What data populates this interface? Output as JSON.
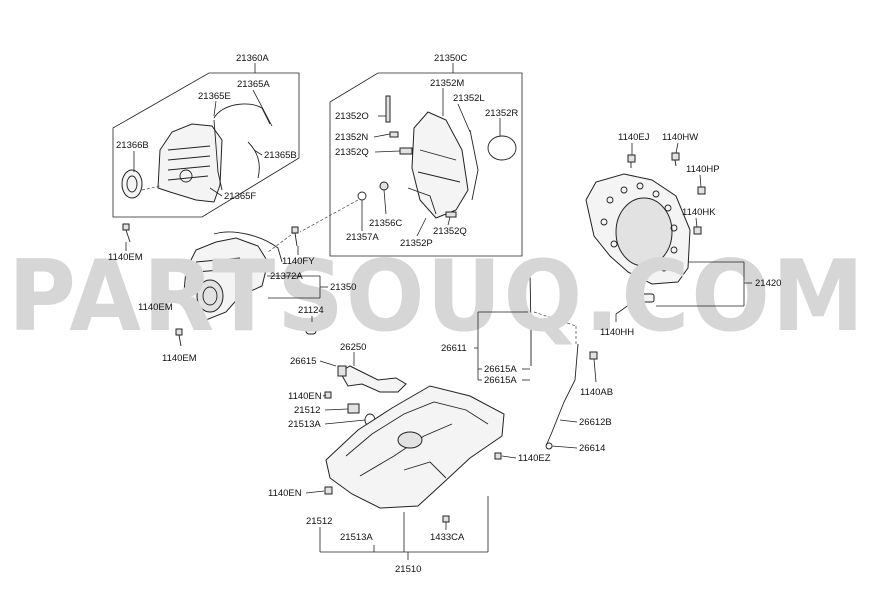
{
  "watermark": "PARTSOUQ.COM",
  "labels": {
    "l21360A": "21360A",
    "l21365A": "21365A",
    "l21365E": "21365E",
    "l21366B": "21366B",
    "l21365B": "21365B",
    "l21365F": "21365F",
    "l1140EM_a": "1140EM",
    "l1140EM_b": "1140EM",
    "l1140EM_c": "1140EM",
    "l1140FY": "1140FY",
    "l21372A": "21372A",
    "l21350": "21350",
    "l21124": "21124",
    "l21350C": "21350C",
    "l21352M": "21352M",
    "l21352L": "21352L",
    "l21352O": "21352O",
    "l21352R": "21352R",
    "l21352N": "21352N",
    "l21352Q_a": "21352Q",
    "l21356C": "21356C",
    "l21357A": "21357A",
    "l21352P": "21352P",
    "l21352Q_b": "21352Q",
    "l1140EJ": "1140EJ",
    "l1140HW": "1140HW",
    "l1140HP": "1140HP",
    "l1140HK": "1140HK",
    "l21420": "21420",
    "l1140HH": "1140HH",
    "l26250": "26250",
    "l26615": "26615",
    "l1140EN_a": "1140EN",
    "l21512_a": "21512",
    "l21513A_a": "21513A",
    "l26611": "26611",
    "l26615A_a": "26615A",
    "l26615A_b": "26615A",
    "l1140AB": "1140AB",
    "l26612B": "26612B",
    "l26614": "26614",
    "l1140EZ": "1140EZ",
    "l1140EN_b": "1140EN",
    "l21512_b": "21512",
    "l21513A_b": "21513A",
    "l1433CA": "1433CA",
    "l21510": "21510"
  }
}
